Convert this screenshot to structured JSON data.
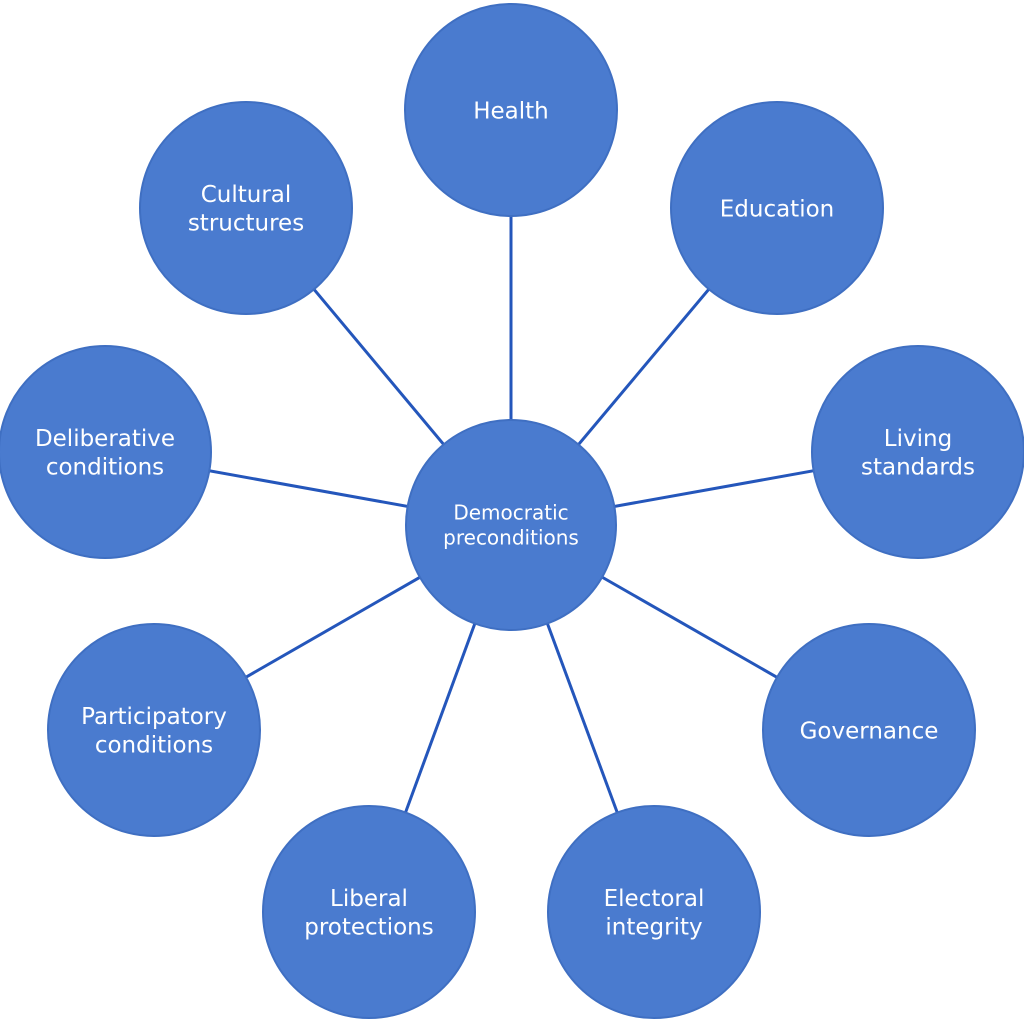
{
  "colors": {
    "node_fill": "#4a7bcf",
    "node_stroke": "#3f6fc2",
    "connector": "#2456bb",
    "text": "#ffffff"
  },
  "center": {
    "lines": [
      "Democratic",
      "preconditions"
    ]
  },
  "nodes": [
    {
      "id": "health",
      "lines": [
        "Health"
      ]
    },
    {
      "id": "education",
      "lines": [
        "Education"
      ]
    },
    {
      "id": "living-standards",
      "lines": [
        "Living",
        "standards"
      ]
    },
    {
      "id": "governance",
      "lines": [
        "Governance"
      ]
    },
    {
      "id": "electoral-integrity",
      "lines": [
        "Electoral",
        "integrity"
      ]
    },
    {
      "id": "liberal-protections",
      "lines": [
        "Liberal",
        "protections"
      ]
    },
    {
      "id": "participatory-conditions",
      "lines": [
        "Participatory",
        "conditions"
      ]
    },
    {
      "id": "deliberative-conditions",
      "lines": [
        "Deliberative",
        "conditions"
      ]
    },
    {
      "id": "cultural-structures",
      "lines": [
        "Cultural",
        "structures"
      ]
    }
  ]
}
